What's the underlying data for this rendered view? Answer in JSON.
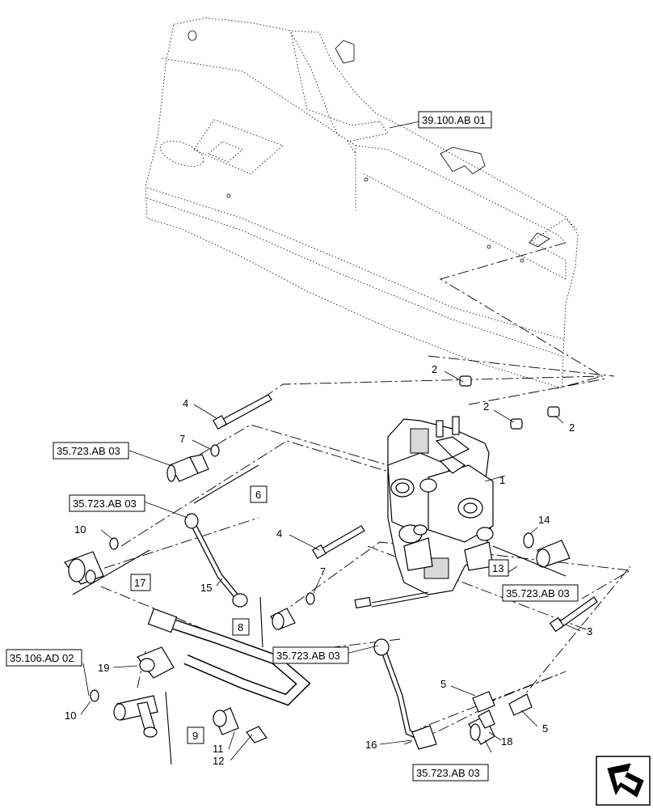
{
  "references": {
    "frame": "39.100.AB 01",
    "r1": "35.723.AB 03",
    "r2": "35.723.AB 03",
    "r3": "35.723.AB 03",
    "r4": "35.723.AB 03",
    "r5": "35.723.AB 03",
    "r6": "35.106.AD 02"
  },
  "callouts": {
    "c1": "1",
    "c2a": "2",
    "c2b": "2",
    "c2c": "2",
    "c3": "3",
    "c4a": "4",
    "c4b": "4",
    "c5a": "5",
    "c5b": "5",
    "c7a": "7",
    "c7b": "7",
    "c10a": "10",
    "c10b": "10",
    "c11": "11",
    "c12": "12",
    "c14": "14",
    "c15": "15",
    "c16": "16",
    "c18": "18",
    "c19": "19"
  },
  "boxed_callouts": {
    "b6": "6",
    "b8": "8",
    "b9": "9",
    "b13": "13",
    "b17": "17"
  },
  "icons": {
    "nav": "arrow-navigation-icon"
  }
}
